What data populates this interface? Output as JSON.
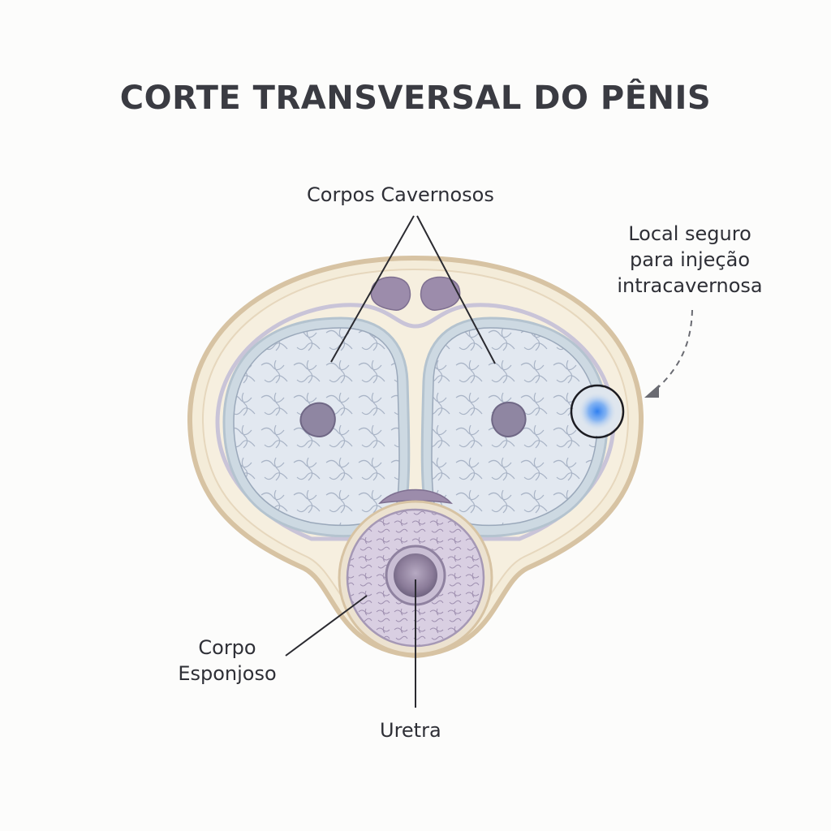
{
  "title": "CORTE TRANSVERSAL DO PÊNIS",
  "labels": {
    "corpos_cavernosos": "Corpos Cavernosos",
    "safe_site_line1": "Local seguro",
    "safe_site_line2": "para injeção",
    "safe_site_line3": "intracavernosa",
    "corpo_esponjoso_line1": "Corpo",
    "corpo_esponjoso_line2": "Esponjoso",
    "uretra": "Uretra"
  },
  "colors": {
    "background": "#fcfcfb",
    "outer_skin": "#e2cfb2",
    "fascia": "#f3ead6",
    "tunica": "#c9c4d8",
    "cavernosum_fill": "#dfe6ee",
    "spongiosum_fill": "#d8cde0",
    "urethra": "#8d7f9a",
    "injection_highlight": "#2f7ff0",
    "text": "#2e2f36"
  }
}
